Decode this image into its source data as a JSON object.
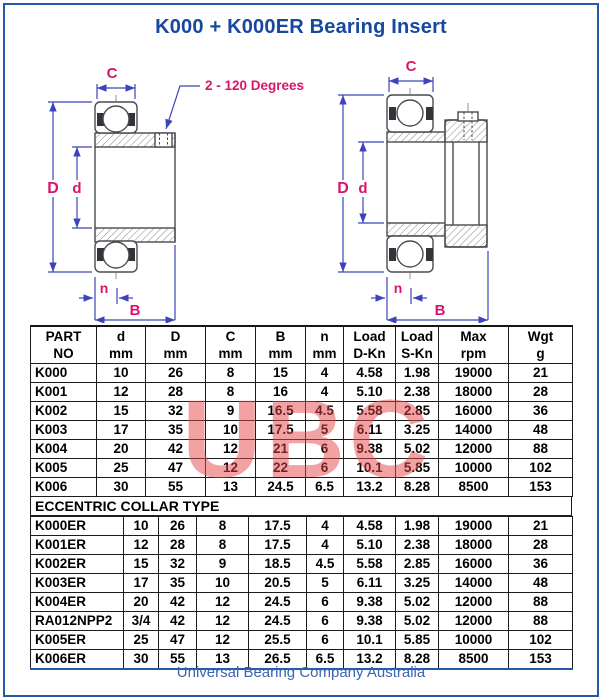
{
  "page": {
    "title": "K000 + K000ER Bearing Insert",
    "footer": "Universal Bearing Company Australia",
    "watermark": "UBC",
    "colors": {
      "border_blue": "#2458aa",
      "title_blue": "#1748a0",
      "dimension_blue": "#3c44bb",
      "label_magenta": "#d8156a",
      "watermark_red": "#e64646",
      "table_line": "#1c1c1c"
    }
  },
  "diagram": {
    "annotation": "2 - 120 Degrees",
    "labels": {
      "C": "C",
      "D": "D",
      "d": "d",
      "n": "n",
      "B": "B"
    }
  },
  "table": {
    "headers": [
      [
        "PART",
        "NO"
      ],
      [
        "d",
        "mm"
      ],
      [
        "D",
        "mm"
      ],
      [
        "C",
        "mm"
      ],
      [
        "B",
        "mm"
      ],
      [
        "n",
        "mm"
      ],
      [
        "Load",
        "D-Kn"
      ],
      [
        "Load",
        "S-Kn"
      ],
      [
        "Max",
        "rpm"
      ],
      [
        "Wgt",
        "g"
      ]
    ],
    "section_label": "ECCENTRIC COLLAR TYPE",
    "rows_standard": [
      [
        "K000",
        "10",
        "26",
        "8",
        "15",
        "4",
        "4.58",
        "1.98",
        "19000",
        "21"
      ],
      [
        "K001",
        "12",
        "28",
        "8",
        "16",
        "4",
        "5.10",
        "2.38",
        "18000",
        "28"
      ],
      [
        "K002",
        "15",
        "32",
        "9",
        "16.5",
        "4.5",
        "5.58",
        "2.85",
        "16000",
        "36"
      ],
      [
        "K003",
        "17",
        "35",
        "10",
        "17.5",
        "5",
        "6.11",
        "3.25",
        "14000",
        "48"
      ],
      [
        "K004",
        "20",
        "42",
        "12",
        "21",
        "6",
        "9.38",
        "5.02",
        "12000",
        "88"
      ],
      [
        "K005",
        "25",
        "47",
        "12",
        "22",
        "6",
        "10.1",
        "5.85",
        "10000",
        "102"
      ],
      [
        "K006",
        "30",
        "55",
        "13",
        "24.5",
        "6.5",
        "13.2",
        "8.28",
        "8500",
        "153"
      ]
    ],
    "rows_eccentric": [
      [
        "K000ER",
        "10",
        "26",
        "8",
        "17.5",
        "4",
        "4.58",
        "1.98",
        "19000",
        "21"
      ],
      [
        "K001ER",
        "12",
        "28",
        "8",
        "17.5",
        "4",
        "5.10",
        "2.38",
        "18000",
        "28"
      ],
      [
        "K002ER",
        "15",
        "32",
        "9",
        "18.5",
        "4.5",
        "5.58",
        "2.85",
        "16000",
        "36"
      ],
      [
        "K003ER",
        "17",
        "35",
        "10",
        "20.5",
        "5",
        "6.11",
        "3.25",
        "14000",
        "48"
      ],
      [
        "K004ER",
        "20",
        "42",
        "12",
        "24.5",
        "6",
        "9.38",
        "5.02",
        "12000",
        "88"
      ],
      [
        "RA012NPP2",
        "3/4",
        "42",
        "12",
        "24.5",
        "6",
        "9.38",
        "5.02",
        "12000",
        "88"
      ],
      [
        "K005ER",
        "25",
        "47",
        "12",
        "25.5",
        "6",
        "10.1",
        "5.85",
        "10000",
        "102"
      ],
      [
        "K006ER",
        "30",
        "55",
        "13",
        "26.5",
        "6.5",
        "13.2",
        "8.28",
        "8500",
        "153"
      ]
    ]
  }
}
